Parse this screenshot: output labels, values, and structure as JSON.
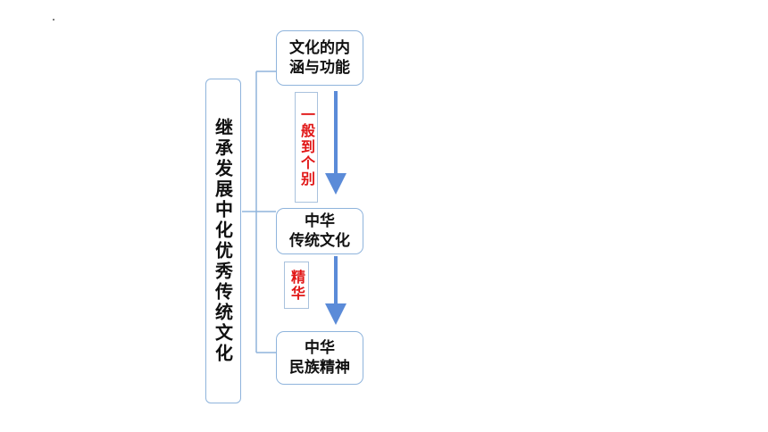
{
  "main_title": "继承发展中化优秀传统文化",
  "nodes": {
    "culture": {
      "line1": "文化的内",
      "line2": "涵与功能"
    },
    "traditional": {
      "line1": "中华",
      "line2": "传统文化"
    },
    "spirit": {
      "line1": "中华",
      "line2": "民族精神"
    }
  },
  "labels": {
    "general_to_specific": "一般到个别",
    "essence": "精华"
  },
  "colors": {
    "box_border": "#8fb4dc",
    "arrow": "#5b8bd8",
    "label_text": "#e11717",
    "bracket": "#8fb4dc"
  }
}
